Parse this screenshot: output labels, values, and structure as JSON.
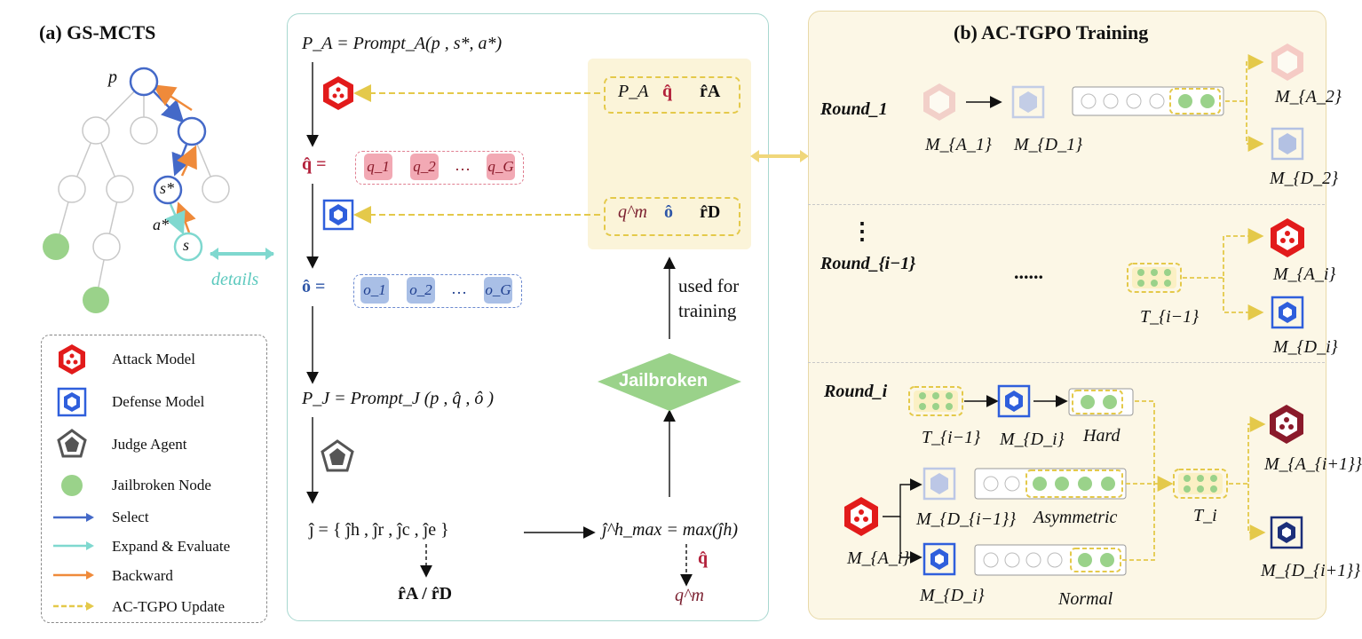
{
  "colors": {
    "attack": "#e21b1b",
    "defense": "#2f5fdc",
    "judge": "#555555",
    "jailbroken": "#9ad28a",
    "select": "#4469c8",
    "expand": "#7fd8cf",
    "backward": "#ef8a3a",
    "update": "#e4c94a",
    "q_red": "#b3213b",
    "o_blue": "#2f57a8"
  },
  "left": {
    "title": "(a) GS-MCTS",
    "tree": {
      "p": "p",
      "s_star": "s*",
      "a_star": "a*",
      "s": "s",
      "details": "details"
    },
    "legend": [
      {
        "icon": "attack-model-icon",
        "label": "Attack Model"
      },
      {
        "icon": "defense-model-icon",
        "label": "Defense Model"
      },
      {
        "icon": "judge-agent-icon",
        "label": "Judge Agent"
      },
      {
        "icon": "jailbroken-node-icon",
        "label": "Jailbroken Node"
      },
      {
        "icon": "select-arrow-icon",
        "label": "Select"
      },
      {
        "icon": "expand-arrow-icon",
        "label": "Expand & Evaluate"
      },
      {
        "icon": "backward-arrow-icon",
        "label": "Backward"
      },
      {
        "icon": "update-arrow-icon",
        "label": "AC-TGPO Update"
      }
    ]
  },
  "middle": {
    "prompt_a": "P_A = Prompt_A(p , s*, a*)",
    "q_hat_eq": "q̂ =",
    "q_items": [
      "q_1",
      "q_2",
      "…",
      "q_G"
    ],
    "o_hat_eq": "ô =",
    "o_items": [
      "o_1",
      "o_2",
      "…",
      "o_G"
    ],
    "prompt_j": "P_J = Prompt_J (p , q̂ , ô )",
    "j_hat_eq": "ĵ = { ĵh , ĵr , ĵc , ĵe }",
    "r_out": "r̂A / r̂D",
    "jmax": "ĵ^h_max = max(ĵh)",
    "q_hat_down": "q̂",
    "q_m": "q^m",
    "box_top": [
      "P_A",
      "q̂",
      "r̂A"
    ],
    "box_bottom": [
      "q^m",
      "ô",
      "r̂D"
    ],
    "jailbroken": "Jailbroken",
    "used_for_training": [
      "used for",
      "training"
    ]
  },
  "right": {
    "title": "(b) AC-TGPO Training",
    "round_1": "Round_1",
    "round_i_minus_1": "Round_{i−1}",
    "round_i": "Round_i",
    "dots_vertical": "⋮",
    "ellipsis": "......",
    "labels": {
      "MA1": "M_{A_1}",
      "MD1": "M_{D_1}",
      "MA2": "M_{A_2}",
      "MD2": "M_{D_2}",
      "MAi": "M_{A_i}",
      "MDi": "M_{D_i}",
      "Ti1": "T_{i−1}",
      "Ti": "T_i",
      "MDim1": "M_{D_{i−1}}",
      "MAip1": "M_{A_{i+1}}",
      "MDip1": "M_{D_{i+1}}",
      "hard": "Hard",
      "asymmetric": "Asymmetric",
      "normal": "Normal"
    }
  }
}
